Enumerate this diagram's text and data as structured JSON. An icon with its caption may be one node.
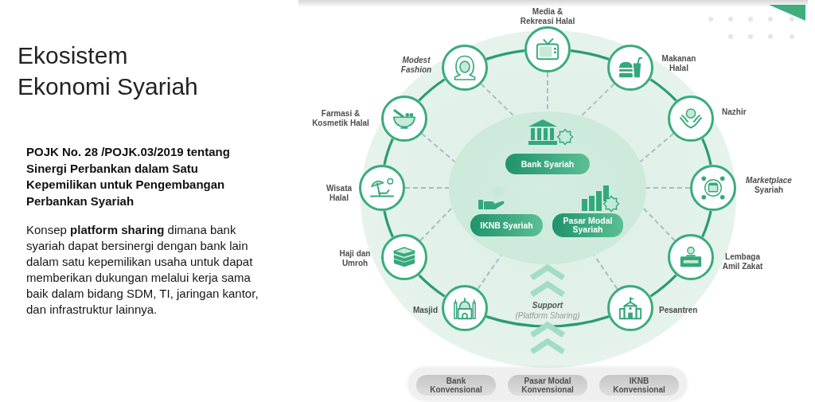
{
  "diagram": {
    "title": "Ekosistem Ekonomi Syariah",
    "nodes": [
      {
        "text": [],
        "shape": "circle",
        "beside": [
          "Media & Rekreasi Halal"
        ]
      },
      {
        "text": [],
        "shape": "circle",
        "beside": [
          "Makanan Halal"
        ]
      },
      {
        "text": [],
        "shape": "circle",
        "beside": [
          "Nazhir"
        ]
      },
      {
        "text": [],
        "shape": "circle",
        "beside": [
          "*Marketplace* Syariah"
        ]
      },
      {
        "text": [],
        "shape": "circle",
        "beside": [
          "Lembaga Amil Zakat"
        ]
      },
      {
        "text": [],
        "shape": "circle",
        "beside": [
          "Pesantren"
        ]
      },
      {
        "text": [],
        "shape": "circle",
        "beside": [
          "Masjid"
        ]
      },
      {
        "text": [],
        "shape": "circle",
        "beside": [
          "Haji dan Umroh"
        ]
      },
      {
        "text": [],
        "shape": "circle",
        "beside": [
          "Wisata Halal"
        ]
      },
      {
        "text": [],
        "shape": "circle",
        "beside": [
          "Farmasi & Kosmetik Halal"
        ]
      },
      {
        "text": [],
        "shape": "circle",
        "beside": [
          "Modest Fashion"
        ]
      },
      {
        "text": [],
        "shape": "circle"
      },
      {
        "text": [
          "Bank Syariah"
        ],
        "in": 11
      },
      {
        "text": [
          "IKNB Syariah"
        ],
        "in": 11
      },
      {
        "text": [
          "Pasar Modal Syariah"
        ],
        "in": 11
      },
      {
        "text": [
          "Support",
          "(Platform Sharing)"
        ]
      },
      {
        "text": [],
        "shape": "box"
      },
      {
        "text": [
          "Bank Konvensional"
        ],
        "in": 16
      },
      {
        "text": [
          "Pasar Modal Konvensional"
        ],
        "in": 16
      },
      {
        "text": [
          "IKNB Konvensional"
        ],
        "in": 16
      }
    ],
    "edges": [
      {
        "from": 0,
        "to": 1,
        "arrow": "none"
      },
      {
        "from": 1,
        "to": 2,
        "arrow": "none"
      },
      {
        "from": 2,
        "to": 3,
        "arrow": "none"
      },
      {
        "from": 3,
        "to": 4,
        "arrow": "none"
      },
      {
        "from": 4,
        "to": 5,
        "arrow": "none"
      },
      {
        "from": 5,
        "to": 6,
        "arrow": "none"
      },
      {
        "from": 6,
        "to": 7,
        "arrow": "none"
      },
      {
        "from": 7,
        "to": 8,
        "arrow": "none"
      },
      {
        "from": 8,
        "to": 9,
        "arrow": "none"
      },
      {
        "from": 9,
        "to": 10,
        "arrow": "none"
      },
      {
        "from": 10,
        "to": 0,
        "arrow": "none"
      },
      {
        "from": 0,
        "to": 11,
        "arrow": "none",
        "style": "dashed",
        "color": "#a9bdc2"
      },
      {
        "from": 1,
        "to": 11,
        "arrow": "none",
        "style": "dashed",
        "color": "#a9bdc2"
      },
      {
        "from": 2,
        "to": 11,
        "arrow": "none",
        "style": "dashed",
        "color": "#a9bdc2"
      },
      {
        "from": 3,
        "to": 11,
        "arrow": "none",
        "style": "dashed",
        "color": "#a9bdc2"
      },
      {
        "from": 4,
        "to": 11,
        "arrow": "none",
        "style": "dashed",
        "color": "#a9bdc2"
      },
      {
        "from": 5,
        "to": 11,
        "arrow": "none",
        "style": "dashed",
        "color": "#a9bdc2"
      },
      {
        "from": 6,
        "to": 11,
        "arrow": "none",
        "style": "dashed",
        "color": "#a9bdc2"
      },
      {
        "from": 7,
        "to": 11,
        "arrow": "none",
        "style": "dashed",
        "color": "#a9bdc2"
      },
      {
        "from": 8,
        "to": 11,
        "arrow": "none",
        "style": "dashed",
        "color": "#a9bdc2"
      },
      {
        "from": 9,
        "to": 11,
        "arrow": "none",
        "style": "dashed",
        "color": "#a9bdc2"
      },
      {
        "from": 10,
        "to": 11,
        "arrow": "none",
        "style": "dashed",
        "color": "#a9bdc2"
      },
      {
        "from": 16,
        "to": 15,
        "arrow": "to",
        "style": "thick",
        "color": "#a3dcc5"
      },
      {
        "from": 15,
        "to": 11,
        "arrow": "to",
        "style": "thick",
        "color": "#a3dcc5"
      }
    ],
    "labels": [
      "POJK No. 28 /POJK.03/2019 tentang Sinergi Perbankan dalam Satu Kepemilikan untuk Pengembangan Perbankan Syariah",
      "Konsep **platform sharing** dimana bank syariah dapat bersinergi dengan bank lain dalam satu kepemilikan usaha untuk dapat memberikan dukungan melalui kerja sama baik dalam bidang SDM, TI, jaringan kantor, dan infrastruktur lainnya."
    ]
  }
}
